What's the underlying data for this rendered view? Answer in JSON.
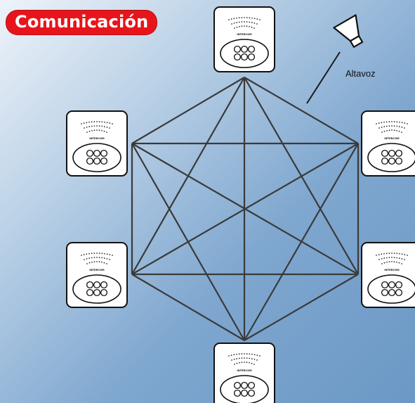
{
  "header": {
    "title": "Comunicación"
  },
  "speaker": {
    "label": "Altavoz",
    "icon": "speaker-horn-icon"
  },
  "panels": [
    {
      "id": "top",
      "brand_text": "INTERCOM"
    },
    {
      "id": "upper-left",
      "brand_text": "INTERCOM"
    },
    {
      "id": "upper-right",
      "brand_text": "INTERCOM"
    },
    {
      "id": "lower-left",
      "brand_text": "INTERCOM"
    },
    {
      "id": "lower-right",
      "brand_text": "INTERCOM"
    },
    {
      "id": "bottom",
      "brand_text": "INTERCOM"
    }
  ],
  "colors": {
    "title_background": "#e8141b",
    "title_text": "#ffffff",
    "edge_color": "#3a3a3a",
    "background_light": "#eef3f9",
    "background_dark": "#6b98c6"
  }
}
